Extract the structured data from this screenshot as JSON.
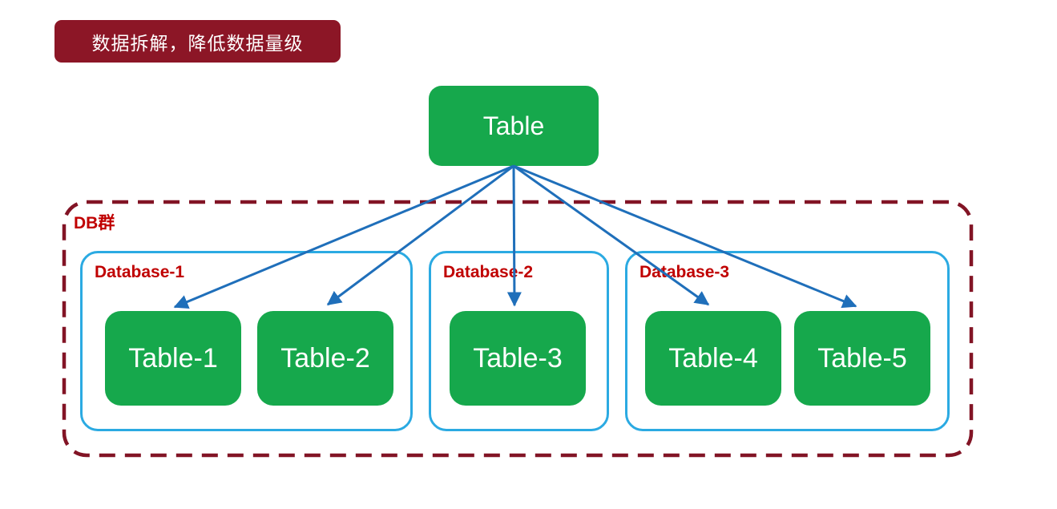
{
  "banner": {
    "label": "数据拆解，降低数据量级"
  },
  "root_table": {
    "label": "Table"
  },
  "db_cluster": {
    "label": "DB群",
    "databases": [
      {
        "label": "Database-1",
        "tables": [
          {
            "label": "Table-1"
          },
          {
            "label": "Table-2"
          }
        ]
      },
      {
        "label": "Database-2",
        "tables": [
          {
            "label": "Table-3"
          }
        ]
      },
      {
        "label": "Database-3",
        "tables": [
          {
            "label": "Table-4"
          },
          {
            "label": "Table-5"
          }
        ]
      }
    ]
  },
  "edges": [
    {
      "from": "table",
      "to": "table-1"
    },
    {
      "from": "table",
      "to": "table-2"
    },
    {
      "from": "table",
      "to": "table-3"
    },
    {
      "from": "table",
      "to": "table-4"
    },
    {
      "from": "table",
      "to": "table-5"
    }
  ],
  "colors": {
    "banner_bg": "#8C1626",
    "node_green": "#16A84C",
    "db_border_blue": "#2BAAE2",
    "arrow_blue": "#1F6FBA",
    "cluster_border": "#821425",
    "label_red": "#C00000",
    "node_text": "#FFFFFF"
  }
}
